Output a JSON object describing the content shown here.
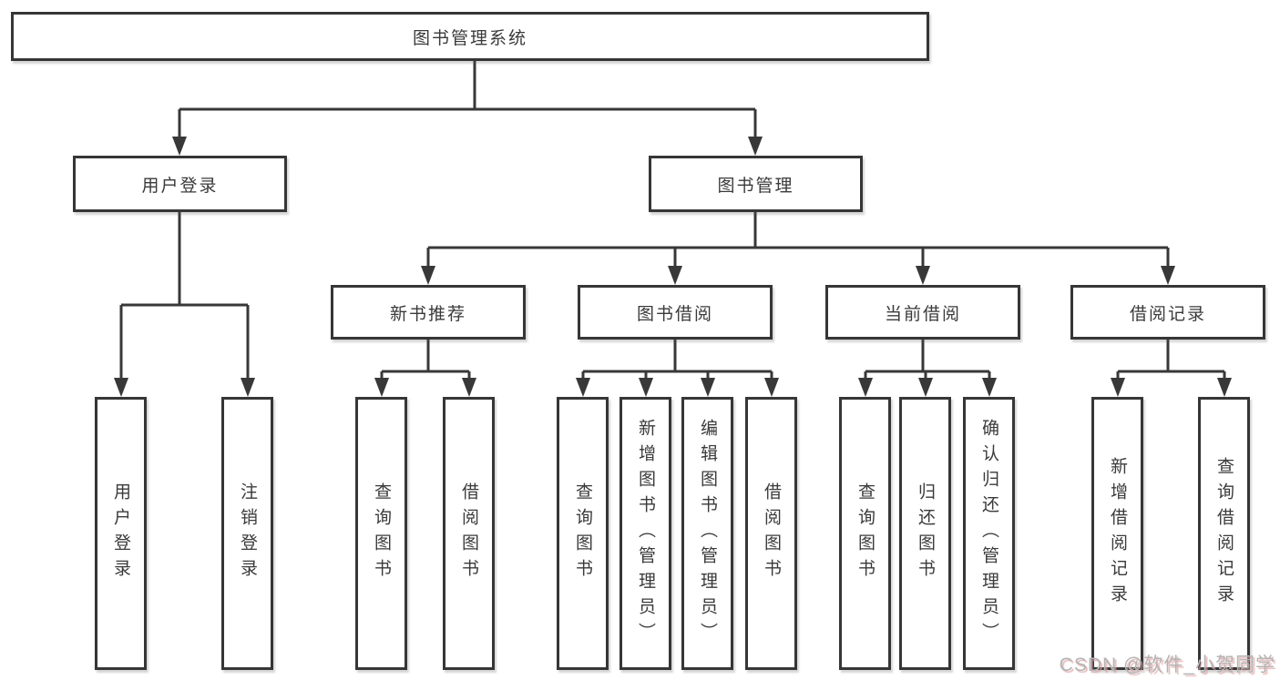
{
  "diagram": {
    "root": {
      "label": "图书管理系统"
    },
    "level2": [
      {
        "label": "用户登录"
      },
      {
        "label": "图书管理"
      }
    ],
    "level3": [
      {
        "label": "新书推荐"
      },
      {
        "label": "图书借阅"
      },
      {
        "label": "当前借阅"
      },
      {
        "label": "借阅记录"
      }
    ],
    "leaves": [
      {
        "label": "用户登录",
        "parent": "用户登录"
      },
      {
        "label": "注销登录",
        "parent": "用户登录"
      },
      {
        "label": "查询图书",
        "parent": "新书推荐"
      },
      {
        "label": "借阅图书",
        "parent": "新书推荐"
      },
      {
        "label": "查询图书",
        "parent": "图书借阅"
      },
      {
        "label": "新增图书（管理员）",
        "parent": "图书借阅"
      },
      {
        "label": "编辑图书（管理员）",
        "parent": "图书借阅"
      },
      {
        "label": "借阅图书",
        "parent": "图书借阅"
      },
      {
        "label": "查询图书",
        "parent": "当前借阅"
      },
      {
        "label": "归还图书",
        "parent": "当前借阅"
      },
      {
        "label": "确认归还（管理员）",
        "parent": "当前借阅"
      },
      {
        "label": "新增借阅记录",
        "parent": "借阅记录"
      },
      {
        "label": "查询借阅记录",
        "parent": "借阅记录"
      }
    ],
    "watermark": "CSDN @软件_小贺同学",
    "colors": {
      "line": "#383838",
      "border": "#363636",
      "text": "#3a3a3a",
      "background": "#ffffff",
      "watermark_gray": "#b4b4b4",
      "watermark_shadow": "#dea0a0"
    }
  }
}
